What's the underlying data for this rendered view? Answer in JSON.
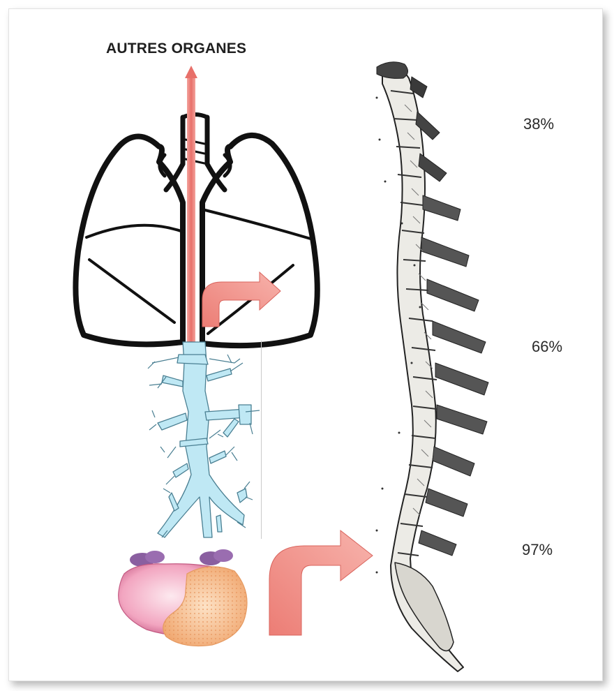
{
  "labels": {
    "other_organs": "AUTRES ORGANES"
  },
  "percentages": [
    {
      "level": "cervical",
      "value": "38%"
    },
    {
      "level": "thoracic",
      "value": "66%"
    },
    {
      "level": "lumbar",
      "value": "97%"
    }
  ],
  "colors": {
    "arrow": "#e8706a",
    "arrow_light": "#f6b1aa",
    "vein": "#bfe8f4",
    "vein_outline": "#4a7f92",
    "organ_pink": "#f2a5c0",
    "organ_tumor": "#f6c59b",
    "organ_purple": "#8a5fa0",
    "outline": "#111111"
  },
  "icons": [
    "lungs-icon",
    "vein-plexus-icon",
    "prostate-icon",
    "spine-icon"
  ]
}
